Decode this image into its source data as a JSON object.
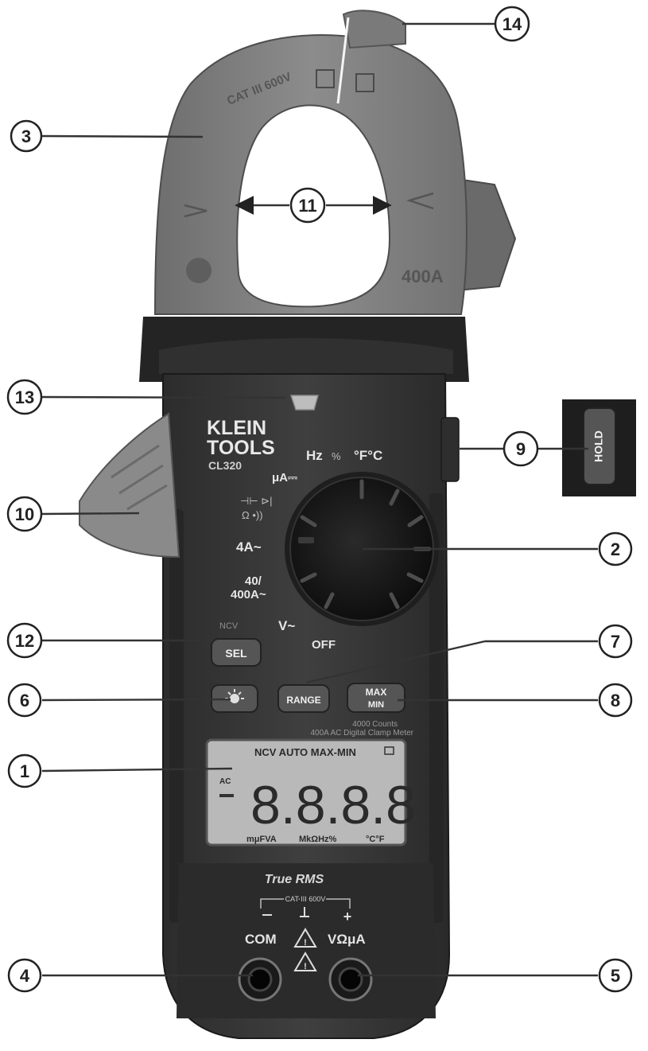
{
  "meter": {
    "brand_line1": "KLEIN",
    "brand_line2": "TOOLS",
    "model": "CL320",
    "jaw_cat": "CAT III 600V",
    "jaw_rating": "400A",
    "dial": {
      "hz": "Hz",
      "pct": "%",
      "temp": "°F°C",
      "ua": "μA⎓",
      "a4": "4A~",
      "a40_line1": "40/",
      "a40_line2": "400A~",
      "v": "V~",
      "off": "OFF",
      "ncv": "NCV"
    },
    "buttons": {
      "sel": "SEL",
      "range": "RANGE",
      "max": "MAX",
      "min": "MIN",
      "hold": "HOLD"
    },
    "spec_line1": "4000 Counts",
    "spec_line2": "400A AC Digital Clamp Meter",
    "lcd": {
      "top": "NCV AUTO MAX-MIN",
      "digits": "8.8.8.8",
      "bottom_left": "mμFVA",
      "bottom_mid": "MkΩHz%",
      "bottom_right": "°C°F",
      "side_ac": "AC"
    },
    "true_rms": "True RMS",
    "input_cat": "CAT III 600V",
    "com_label": "COM",
    "vohm_label": "VΩμA"
  },
  "callouts": [
    "1",
    "2",
    "3",
    "4",
    "5",
    "6",
    "7",
    "8",
    "9",
    "10",
    "11",
    "12",
    "13",
    "14"
  ]
}
